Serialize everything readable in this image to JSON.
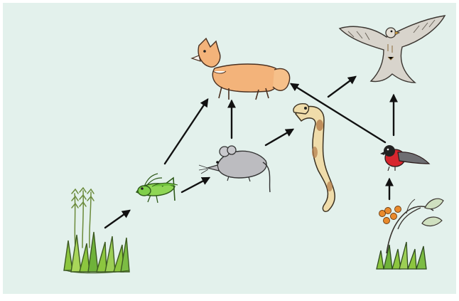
{
  "organisms": [
    {
      "id": "grass",
      "icon": "grass-icon"
    },
    {
      "id": "grasshopper",
      "icon": "grasshopper-icon"
    },
    {
      "id": "mouse",
      "icon": "mouse-icon"
    },
    {
      "id": "snake",
      "icon": "snake-icon"
    },
    {
      "id": "fox",
      "icon": "fox-icon"
    },
    {
      "id": "hawk",
      "icon": "hawk-icon"
    },
    {
      "id": "bullfinch",
      "icon": "bullfinch-icon"
    },
    {
      "id": "berry-bush",
      "icon": "berry-bush-icon"
    }
  ],
  "links": [
    {
      "from": "grass",
      "to": "grasshopper"
    },
    {
      "from": "grasshopper",
      "to": "mouse"
    },
    {
      "from": "grasshopper",
      "to": "fox"
    },
    {
      "from": "mouse",
      "to": "fox"
    },
    {
      "from": "mouse",
      "to": "snake"
    },
    {
      "from": "snake",
      "to": "hawk"
    },
    {
      "from": "bullfinch",
      "to": "fox"
    },
    {
      "from": "bullfinch",
      "to": "hawk"
    },
    {
      "from": "berry-bush",
      "to": "bullfinch"
    }
  ],
  "colors": {
    "background": "#e3f1ec",
    "arrow": "#111111",
    "fox": "#f3b37a",
    "grass": "#8cc63f",
    "grasshopper": "#7fcf4a",
    "mouse": "#b9b9bd",
    "snake": "#ecd9a6",
    "hawk": "#d9d6cf",
    "bullfinch_breast": "#d7262e",
    "berries": "#e98a2c"
  }
}
